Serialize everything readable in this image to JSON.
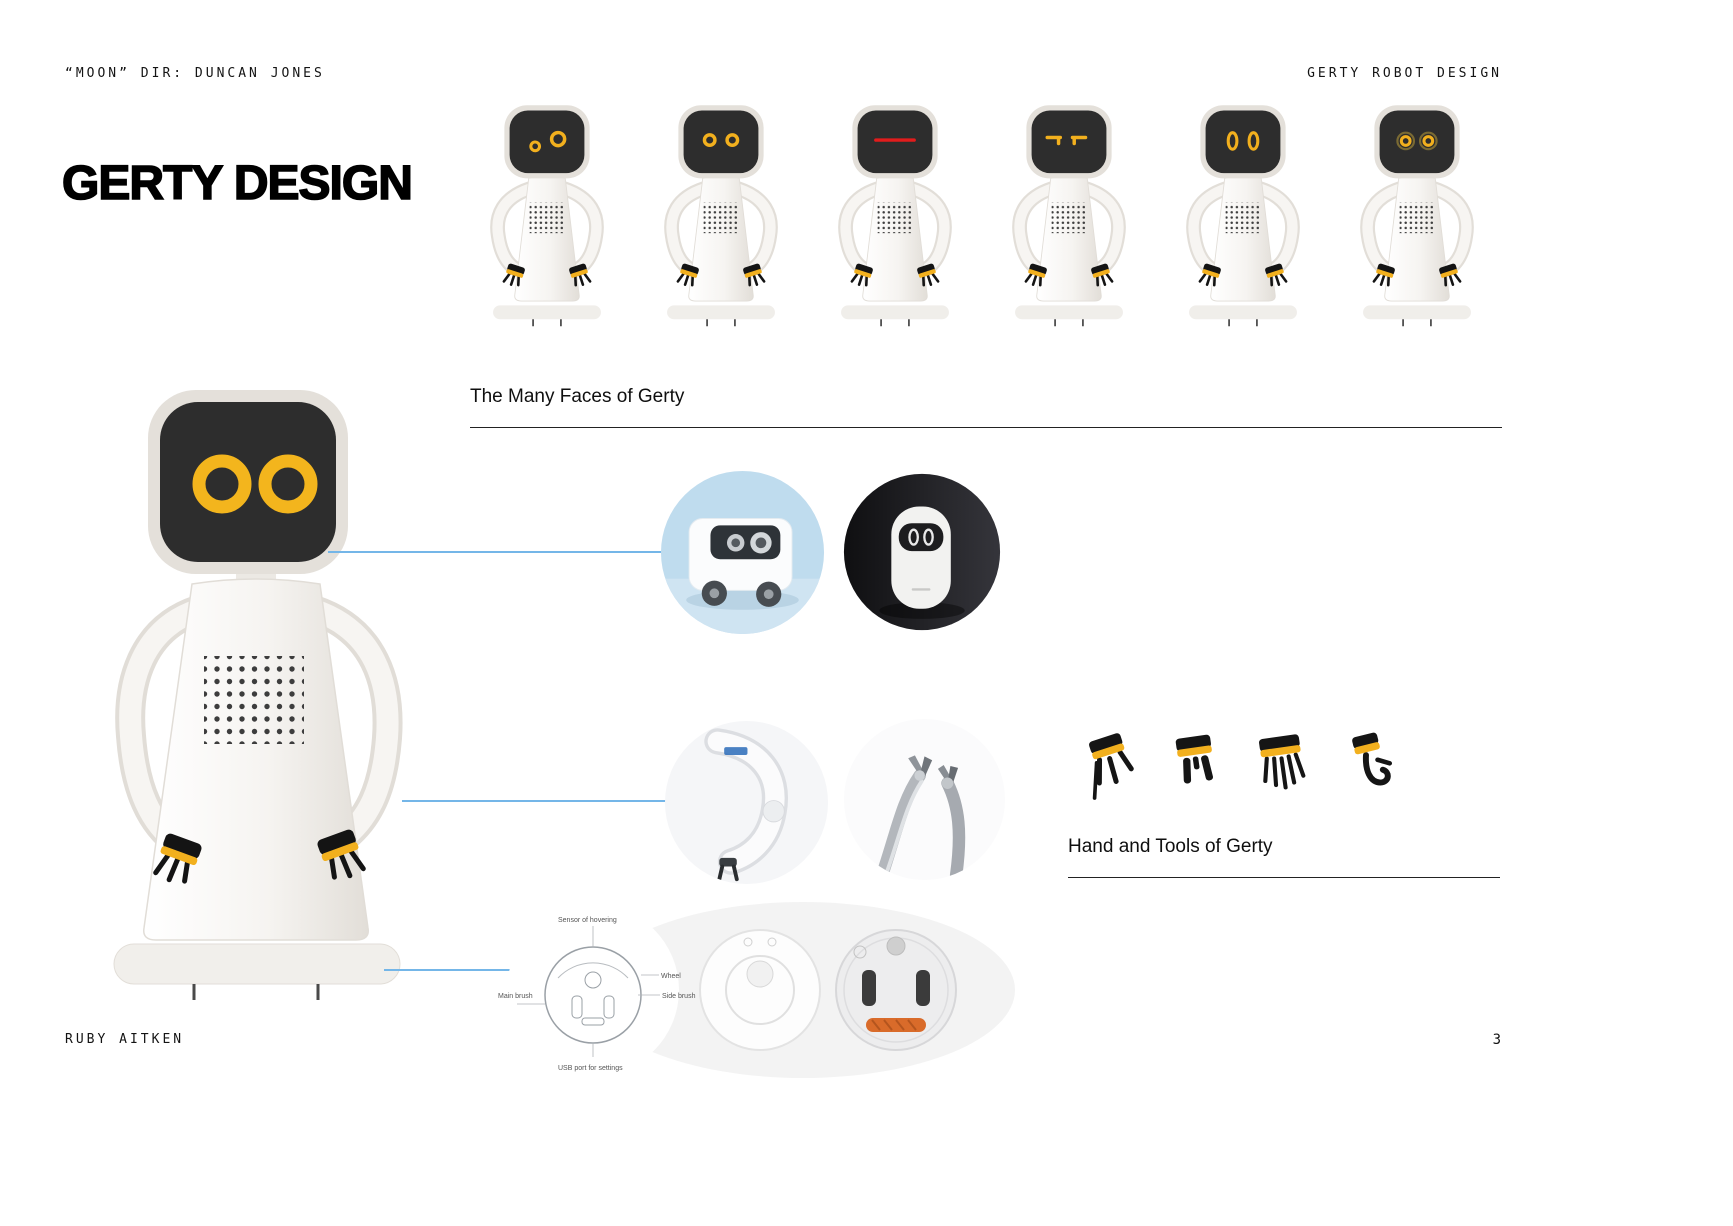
{
  "page": {
    "header_left": "“MOON” DIR: DUNCAN JONES",
    "header_right": "GERTY ROBOT DESIGN",
    "title": "GERTY DESIGN",
    "footer_author": "RUBY AITKEN",
    "page_number": "3"
  },
  "faces_section": {
    "caption": "The Many Faces of Gerty",
    "variants": [
      "asymmetric-ring-eyes",
      "equal-ring-eyes",
      "red-sleep-line",
      "squint-eyes",
      "tall-oval-eyes",
      "goggle-ring-eyes"
    ]
  },
  "hands_section": {
    "caption": "Hand and Tools of Gerty",
    "tools": [
      "claw-and-stylus-icon",
      "two-prong-gripper-icon",
      "multi-finger-hand-icon",
      "hook-tool-icon"
    ]
  },
  "reference_photos": [
    "boxy-delivery-robot-photo",
    "cylindrical-home-robot-photo",
    "white-robot-arm-photo",
    "metal-gripper-arms-photo",
    "robot-vacuum-diagrams"
  ],
  "vacuum_diagram_labels": {
    "sensor": "Sensor of hovering",
    "wheel": "Wheel",
    "side_brush": "Side brush",
    "main_brush": "Main brush",
    "usb": "USB port for settings"
  },
  "colors": {
    "accent_yellow": "#F2B01E",
    "head_dark": "#2D2D2D",
    "sleep_red": "#E21C1C",
    "connector_blue": "#74B6E8",
    "body_light": "#F6F4F1"
  }
}
